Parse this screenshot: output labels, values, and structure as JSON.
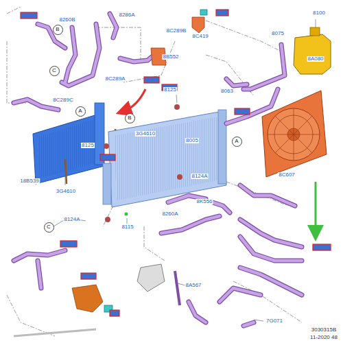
{
  "diagram": {
    "nodes": [
      {
        "text": [
          "B"
        ]
      },
      {
        "text": [
          "C"
        ]
      },
      {
        "text": [
          "A"
        ]
      },
      {
        "text": [
          "B"
        ]
      },
      {
        "text": [
          "A"
        ]
      },
      {
        "text": [
          "C"
        ]
      }
    ],
    "labels": [
      "8286A",
      "8C289B",
      "8C419",
      "8260B",
      "8B552",
      "8C289A",
      "8100",
      "8075",
      "8A080",
      "8063",
      "8C289C",
      "8125",
      "3G4610",
      "8125",
      "8005",
      "18B539",
      "3G4610",
      "8124A",
      "8K556",
      "8C607",
      "8124A",
      "8115",
      "8260A",
      "8A567",
      "7G071",
      "3030315B",
      "11-2020 48"
    ]
  }
}
